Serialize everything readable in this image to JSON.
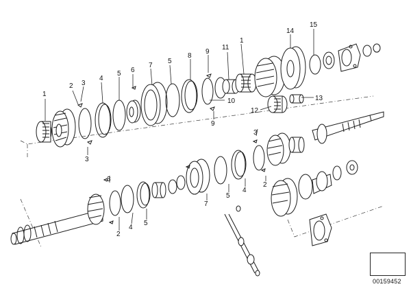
{
  "diagram_id": "00159452",
  "callouts": {
    "c1a": "1",
    "c2a": "2",
    "c3a": "3",
    "c4a": "4",
    "c5a": "5",
    "c6a": "6",
    "c7a": "7",
    "c5b": "5",
    "c8a": "8",
    "c9a": "9",
    "c10": "10",
    "c11": "11",
    "c1b": "1",
    "c14": "14",
    "c15": "15",
    "c3b": "3",
    "c12": "12",
    "c13": "13",
    "c9b": "9",
    "c3c": "3",
    "c2b": "2",
    "c4b": "4",
    "c5c": "5",
    "c7b": "7",
    "c3d": "3",
    "c2c": "2",
    "c4c": "4",
    "c5d": "5"
  }
}
